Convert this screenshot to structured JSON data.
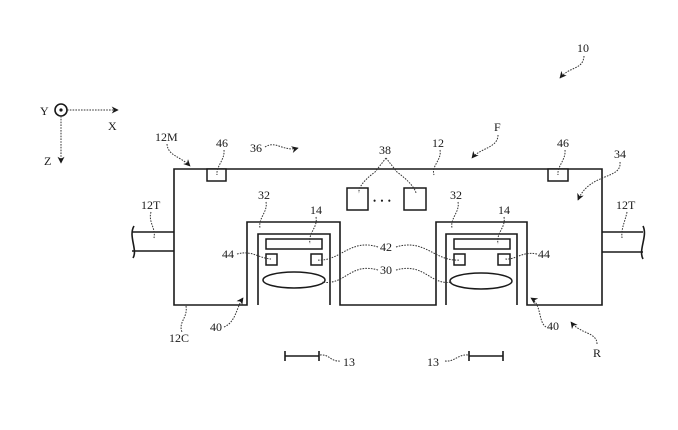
{
  "figure": {
    "type": "patent-drawing",
    "axes": {
      "y": "Y",
      "x": "X",
      "z": "Z"
    },
    "labels": {
      "assembly": "10",
      "housing": "12",
      "housing_top": "12M",
      "housing_bottom": "12C",
      "tab_left": "12T",
      "tab_right": "12T",
      "lens": "30",
      "pocket_left": "32",
      "pocket_right": "32",
      "display_left": "14",
      "display_right": "14",
      "region_right": "34",
      "region_top": "36",
      "components": "38",
      "components_ellipsis": "• • •",
      "opening_left": "40",
      "opening_right": "40",
      "sensor_inner": "42",
      "sensor_outer_left": "44",
      "sensor_outer_right": "44",
      "sensor_top_left": "46",
      "sensor_top_right": "46",
      "front": "F",
      "rear": "R",
      "distance_left": "13",
      "distance_right": "13"
    }
  }
}
